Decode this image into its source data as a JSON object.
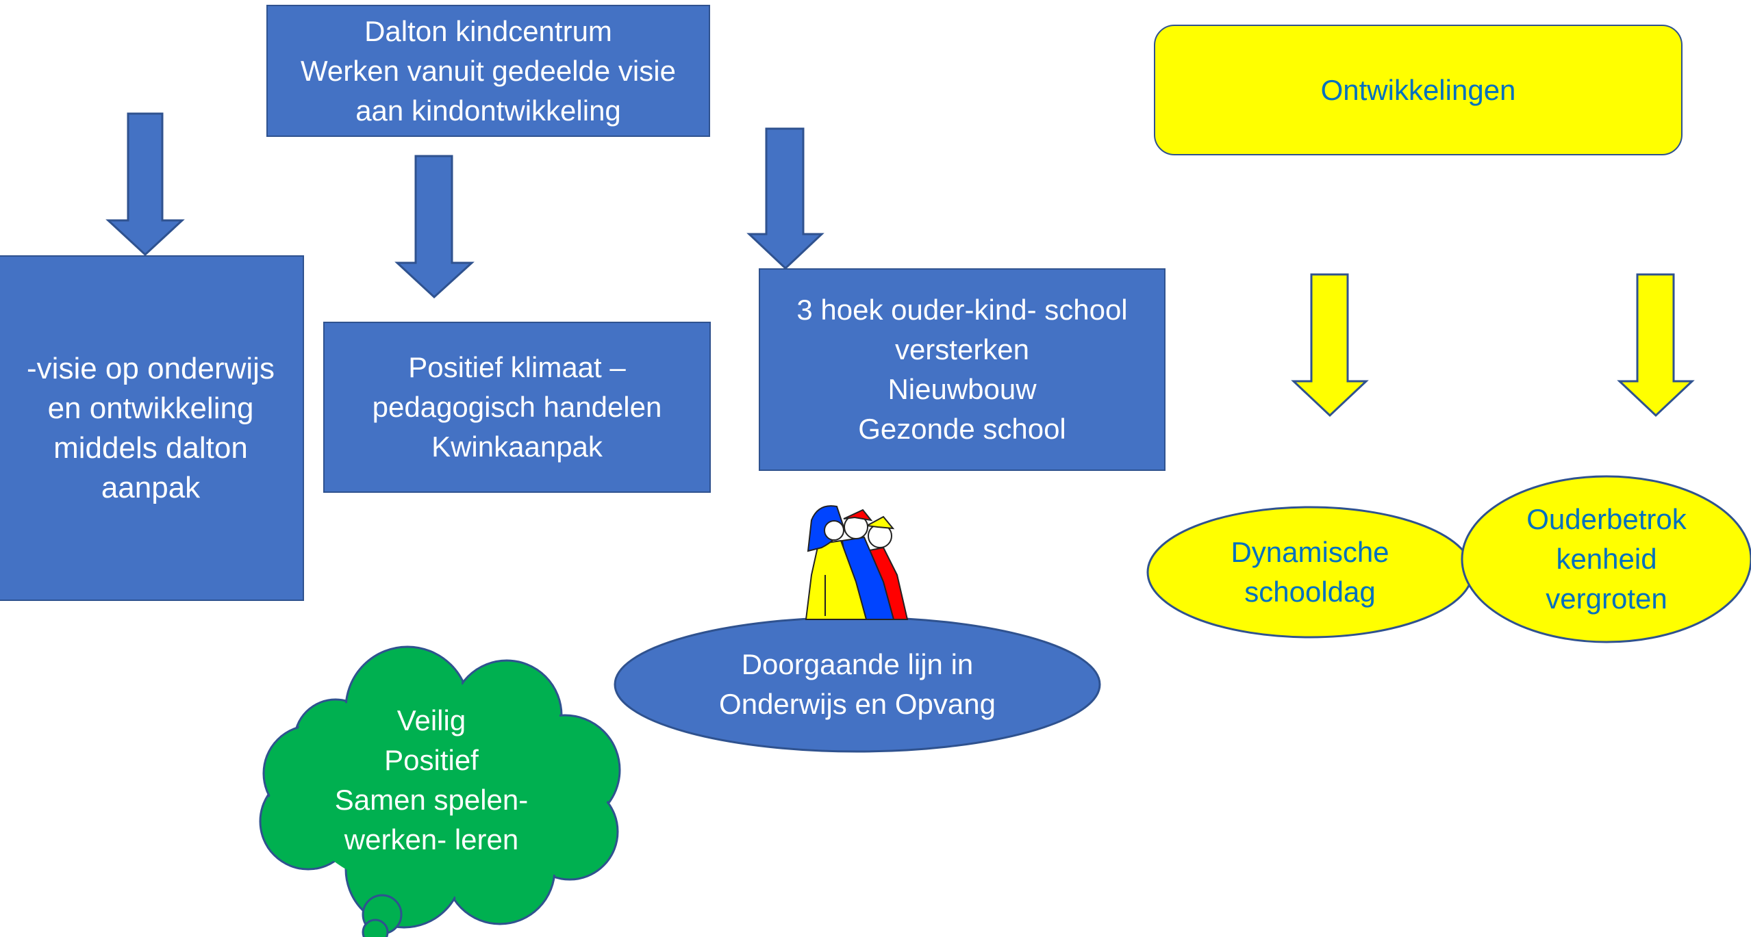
{
  "boxes": {
    "top": {
      "lines": [
        "Dalton kindcentrum",
        "Werken vanuit gedeelde visie",
        "aan kindontwikkeling"
      ]
    },
    "left": {
      "lines": [
        "-visie op onderwijs",
        "en ontwikkeling",
        "middels dalton",
        "aanpak"
      ]
    },
    "middle": {
      "lines": [
        "Positief klimaat –",
        "pedagogisch handelen",
        "Kwinkaanpak"
      ]
    },
    "right": {
      "lines": [
        "3 hoek ouder-kind- school",
        "versterken",
        "Nieuwbouw",
        "Gezonde school"
      ]
    },
    "ontwikkelingen": {
      "label": "Ontwikkelingen"
    }
  },
  "ellipses": {
    "doorgaande": {
      "lines": [
        "Doorgaande lijn in",
        "Onderwijs en Opvang"
      ]
    },
    "dynamische": {
      "lines": [
        "Dynamische",
        "schooldag"
      ]
    },
    "ouderbetrokkenheid": {
      "lines": [
        "Ouderbetrok",
        "kenheid",
        "vergroten"
      ]
    }
  },
  "cloud": {
    "lines": [
      "Veilig",
      "Positief",
      "Samen spelen-",
      "werken- leren"
    ]
  },
  "colors": {
    "blue_fill": "#4472c4",
    "blue_stroke": "#2f528f",
    "yellow_fill": "#ffff00",
    "yellow_text": "#0070c0",
    "green_fill": "#00b050",
    "white_text": "#ffffff"
  },
  "icons": {
    "children": "three-children-in-raincoats-icon"
  }
}
